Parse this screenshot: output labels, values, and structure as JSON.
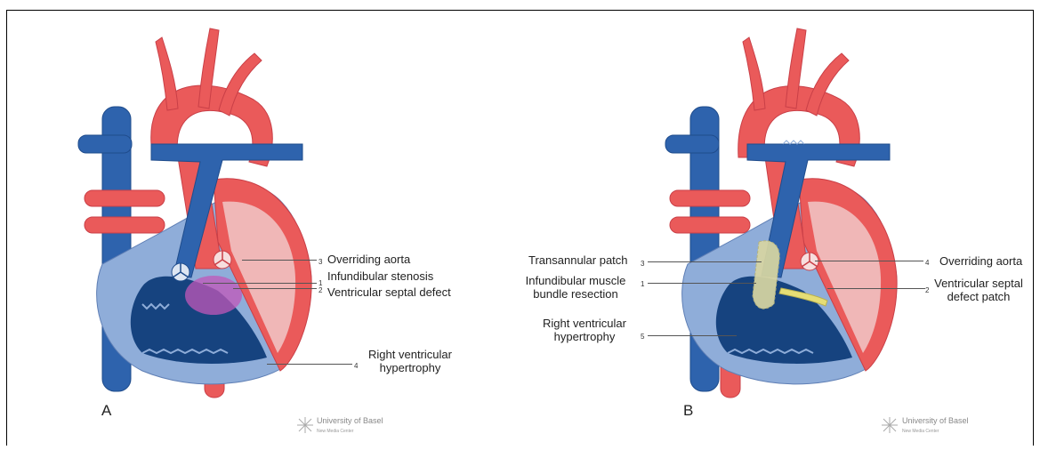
{
  "colors": {
    "artery": "#ea5a5a",
    "artery_dark": "#c93f47",
    "vein": "#2e63ad",
    "vein_dark": "#16437f",
    "ventricle_light": "#8fadd9",
    "muscle": "#f0b7b7",
    "vsd": "#c257b8",
    "patch": "#d8d6a2",
    "septal_patch": "#e5dd75"
  },
  "panel_a": {
    "letter": "A",
    "labels": [
      {
        "num": "3",
        "text": "Overriding aorta"
      },
      {
        "num": "1",
        "text": "Infundibular stenosis"
      },
      {
        "num": "2",
        "text": "Ventricular septal defect"
      },
      {
        "num": "4",
        "text": "Right ventricular hypertrophy"
      }
    ]
  },
  "panel_b": {
    "letter": "B",
    "labels": [
      {
        "num": "3",
        "text": "Transannular patch"
      },
      {
        "num": "1",
        "text": "Infundibular muscle bundle resection"
      },
      {
        "num": "5",
        "text": "Right ventricular hypertrophy"
      },
      {
        "num": "4",
        "text": "Overriding aorta"
      },
      {
        "num": "2",
        "text": "Ventricular septal defect patch"
      }
    ]
  },
  "logo": {
    "name": "University of Basel",
    "sub": "New Media Center",
    "icon": "snowflake-logo-icon"
  }
}
